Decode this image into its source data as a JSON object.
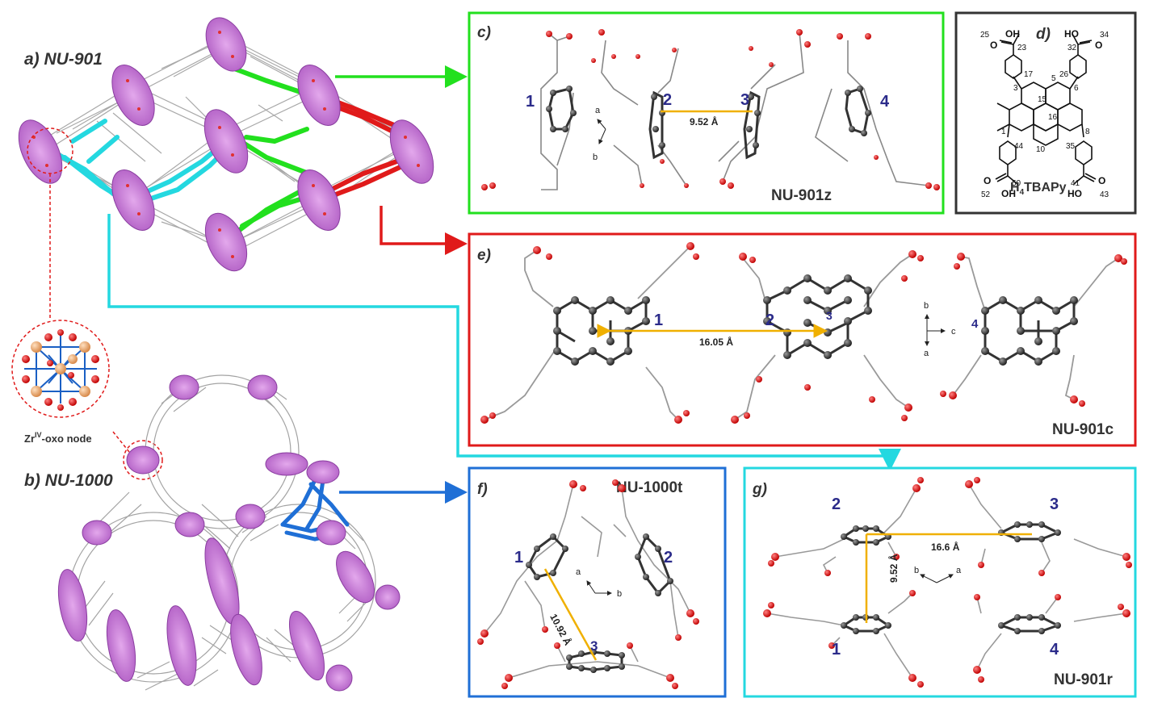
{
  "colors": {
    "green": "#22e01e",
    "red": "#e01a1a",
    "cyan": "#24d8e0",
    "blue": "#1f6fd6",
    "black": "#333333",
    "node_purple": "#c77ad6",
    "oxygen": "#e02020",
    "distance_line": "#f0b000",
    "ring_dark": "#444444",
    "ring_light": "#b0b0b0"
  },
  "panel_a": {
    "label": "a) NU-901"
  },
  "panel_b": {
    "label": "b) NU-1000"
  },
  "node_label": {
    "prefix": "Zr",
    "superscript": "IV",
    "suffix": "-oxo node"
  },
  "panel_c": {
    "label": "c)",
    "name": "NU-901z",
    "numbers": [
      "1",
      "2",
      "3",
      "4"
    ],
    "distance": "9.52 Å",
    "axis_1": "a",
    "axis_2": "b"
  },
  "panel_d": {
    "label": "d)",
    "formula_main": "H",
    "formula_sub": "4",
    "formula_rest": "TBAPy",
    "oh": "OH",
    "ho": "HO",
    "o": "O",
    "atom_numbers": [
      "25",
      "23",
      "34",
      "32",
      "17",
      "26",
      "5",
      "3",
      "15",
      "6",
      "16",
      "1",
      "8",
      "44",
      "10",
      "35",
      "50",
      "41",
      "52",
      "43"
    ]
  },
  "panel_e": {
    "label": "e)",
    "name": "NU-901c",
    "numbers": [
      "1",
      "2",
      "3",
      "4"
    ],
    "distance": "16.05 Å",
    "axis_1": "b",
    "axis_2": "c",
    "axis_3": "a"
  },
  "panel_f": {
    "label": "f)",
    "name": "NU-1000t",
    "numbers": [
      "1",
      "2",
      "3"
    ],
    "distance": "10.92 Å",
    "axis_1": "a",
    "axis_2": "b"
  },
  "panel_g": {
    "label": "g)",
    "name": "NU-901r",
    "numbers": [
      "2",
      "3",
      "1",
      "4"
    ],
    "distance_h": "16.6 Å",
    "distance_v": "9.52 Å",
    "axis_1": "b",
    "axis_2": "a"
  }
}
